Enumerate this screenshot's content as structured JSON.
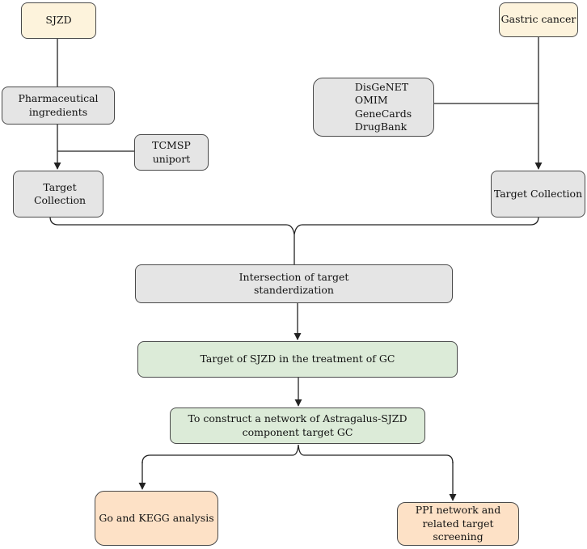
{
  "nodes": {
    "sjzd": "SJZD",
    "gastric_cancer": "Gastric cancer",
    "pharma": "Pharmaceutical\ningredients",
    "tcmsp": "TCMSP\nuniport",
    "databases": "DisGeNET\nOMIM\nGeneCards\nDrugBank",
    "target_left": "Target Collection",
    "target_right": "Target Collection",
    "intersection": "Intersection of target\nstanderdization",
    "sjzd_target": "Target of SJZD in the treatment of GC",
    "network": "To construct a network of Astragalus-SJZD\ncomponent target GC",
    "go_kegg": "Go and KEGG analysis",
    "ppi": "PPI network  and\nrelated target screening"
  },
  "colors": {
    "cream": "#fdf3dc",
    "grey": "#e5e5e5",
    "green": "#dcebd8",
    "peach": "#fde1c6",
    "border": "#4a4a4a",
    "line": "#222222"
  }
}
